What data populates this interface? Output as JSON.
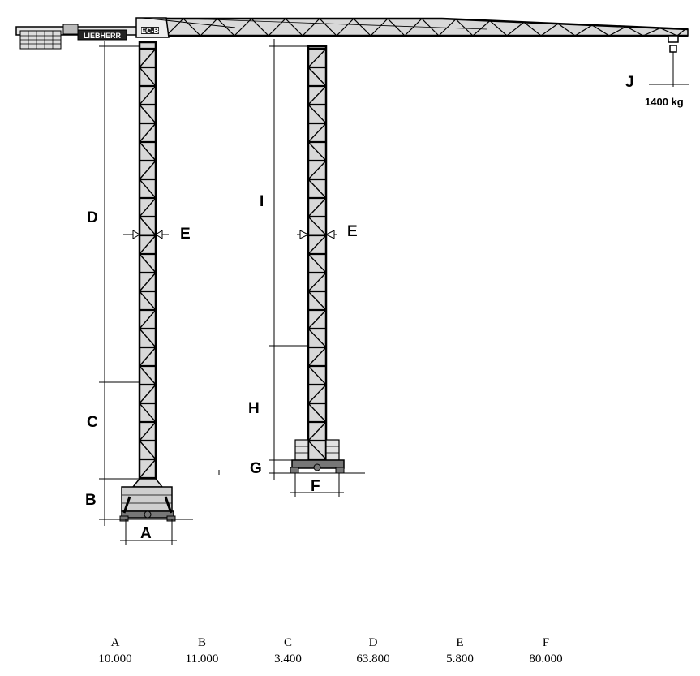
{
  "brand": {
    "logo_text": "LIEBHERR",
    "model_text": "EC-B"
  },
  "labels": {
    "A": "A",
    "B": "B",
    "C": "C",
    "D": "D",
    "E_left": "E",
    "E_right": "E",
    "F": "F",
    "G": "G",
    "H": "H",
    "I": "I",
    "J": "J"
  },
  "load": "1400 kg",
  "legend": [
    {
      "letter": "A",
      "value": "10.000"
    },
    {
      "letter": "B",
      "value": "11.000"
    },
    {
      "letter": "C",
      "value": "3.400"
    },
    {
      "letter": "D",
      "value": "63.800"
    },
    {
      "letter": "E",
      "value": "5.800"
    },
    {
      "letter": "F",
      "value": "80.000"
    }
  ],
  "colors": {
    "steel_fill": "#d8d8d8",
    "line": "#000000",
    "counterweight": "#cfcfcf"
  }
}
